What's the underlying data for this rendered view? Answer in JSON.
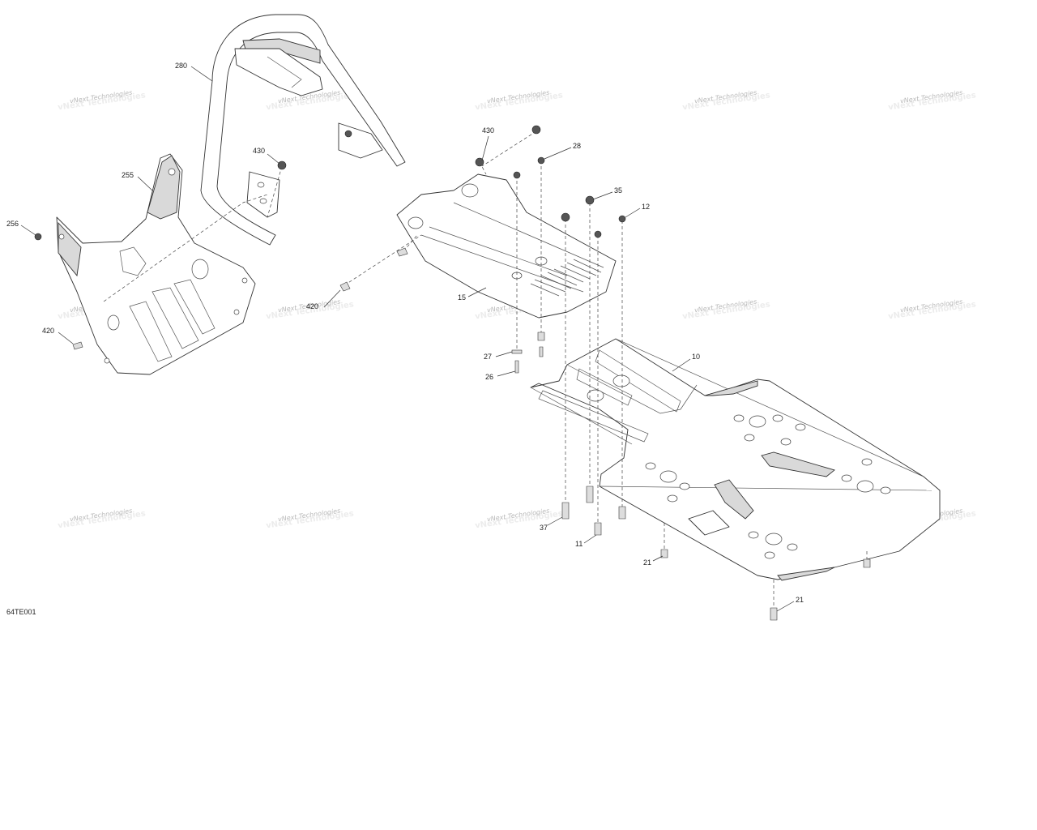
{
  "diagram": {
    "figure_code": "64TE001",
    "watermark_text": "vNext Technologies",
    "callouts": [
      {
        "id": "c280",
        "text": "280"
      },
      {
        "id": "c255",
        "text": "255"
      },
      {
        "id": "c256",
        "text": "256"
      },
      {
        "id": "c430a",
        "text": "430"
      },
      {
        "id": "c420a",
        "text": "420"
      },
      {
        "id": "c420b",
        "text": "420"
      },
      {
        "id": "c430b",
        "text": "430"
      },
      {
        "id": "c28",
        "text": "28"
      },
      {
        "id": "c35",
        "text": "35"
      },
      {
        "id": "c12",
        "text": "12"
      },
      {
        "id": "c15",
        "text": "15"
      },
      {
        "id": "c27",
        "text": "27"
      },
      {
        "id": "c26",
        "text": "26"
      },
      {
        "id": "c10",
        "text": "10"
      },
      {
        "id": "c37",
        "text": "37"
      },
      {
        "id": "c11",
        "text": "11"
      },
      {
        "id": "c21a",
        "text": "21"
      },
      {
        "id": "c21b",
        "text": "21"
      }
    ]
  }
}
